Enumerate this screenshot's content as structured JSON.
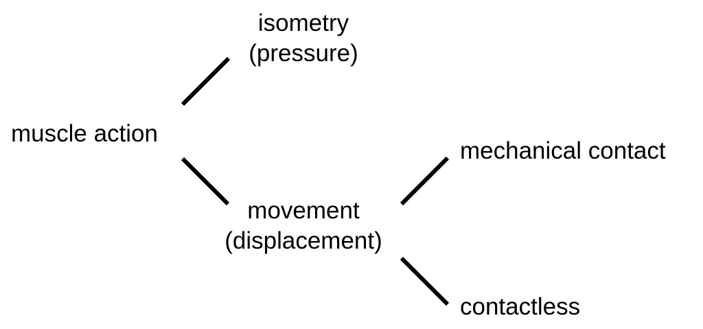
{
  "nodes": {
    "muscle_action": "muscle action",
    "isometry": [
      "isometry",
      "(pressure)"
    ],
    "movement": [
      "movement",
      "(displacement)"
    ],
    "mechanical_contact": "mechanical contact",
    "contactless": "contactless"
  },
  "colors": {
    "ink": "#000000",
    "background": "#ffffff"
  }
}
